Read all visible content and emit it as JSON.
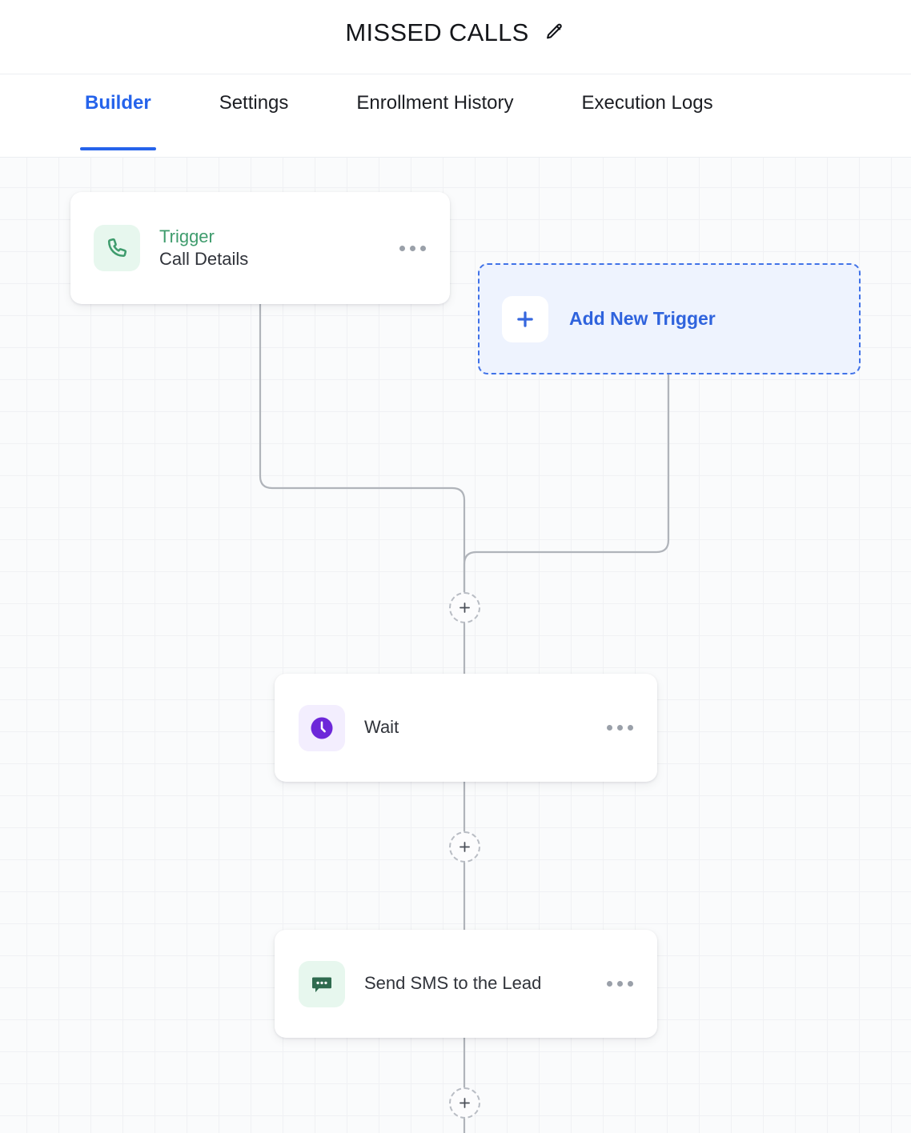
{
  "header": {
    "title": "MISSED CALLS",
    "edit_icon": "pencil-icon"
  },
  "tabs": [
    {
      "label": "Builder",
      "active": true
    },
    {
      "label": "Settings",
      "active": false
    },
    {
      "label": "Enrollment History",
      "active": false
    },
    {
      "label": "Execution Logs",
      "active": false
    }
  ],
  "colors": {
    "accent_blue": "#2563eb",
    "trigger_green": "#3f9c6d",
    "wait_purple": "#6d28d9",
    "sms_green": "#2f6b4f",
    "canvas_bg": "#fafbfc",
    "grid_line": "#f0f1f4",
    "edge_stroke": "#b0b4ba",
    "add_trigger_fill": "#eef3fe",
    "add_trigger_border": "#4072e8"
  },
  "canvas": {
    "nodes": [
      {
        "id": "trigger",
        "kicker": "Trigger",
        "subtitle": "Call Details",
        "icon": "phone-icon",
        "menu_icon": "more-horizontal-icon"
      },
      {
        "id": "add-trigger",
        "label": "Add New Trigger",
        "icon": "plus-icon"
      },
      {
        "id": "wait",
        "label": "Wait",
        "icon": "clock-icon",
        "menu_icon": "more-horizontal-icon"
      },
      {
        "id": "sms",
        "label": "Send SMS to the Lead",
        "icon": "message-bubble-icon",
        "menu_icon": "more-horizontal-icon"
      }
    ],
    "add_step_buttons": [
      {
        "id": "plus-1",
        "icon": "plus-icon"
      },
      {
        "id": "plus-2",
        "icon": "plus-icon"
      },
      {
        "id": "plus-3",
        "icon": "plus-icon"
      }
    ]
  }
}
